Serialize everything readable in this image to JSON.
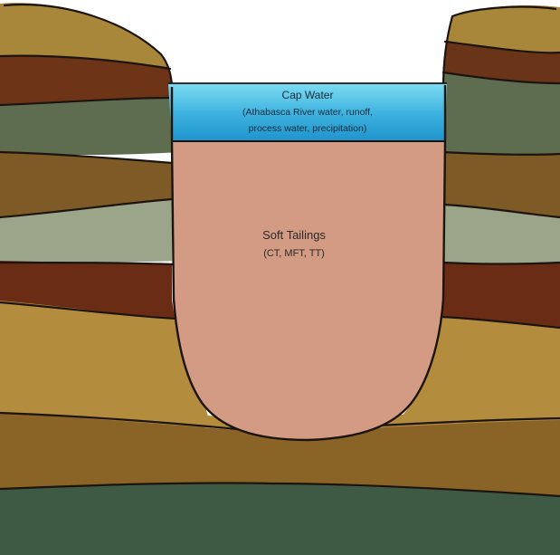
{
  "cap_water": {
    "title": "Cap Water",
    "line1": "(Athabasca River water, runoff,",
    "line2": "process water, precipitation)"
  },
  "soft_tailings": {
    "title": "Soft Tailings",
    "line1": "(CT, MFT, TT)"
  },
  "colors": {
    "outline": "#1c1410",
    "water_top": "#6fd4ee",
    "water_bottom": "#1e9ad0",
    "tailings": "#d49a82",
    "ochre": "#b08a3c",
    "dark_brown": "#6a3418",
    "grey_green": "#5f6e52",
    "light_sage": "#9aa88e",
    "mid_brown": "#8a6428",
    "deep_green": "#3f5a44"
  }
}
